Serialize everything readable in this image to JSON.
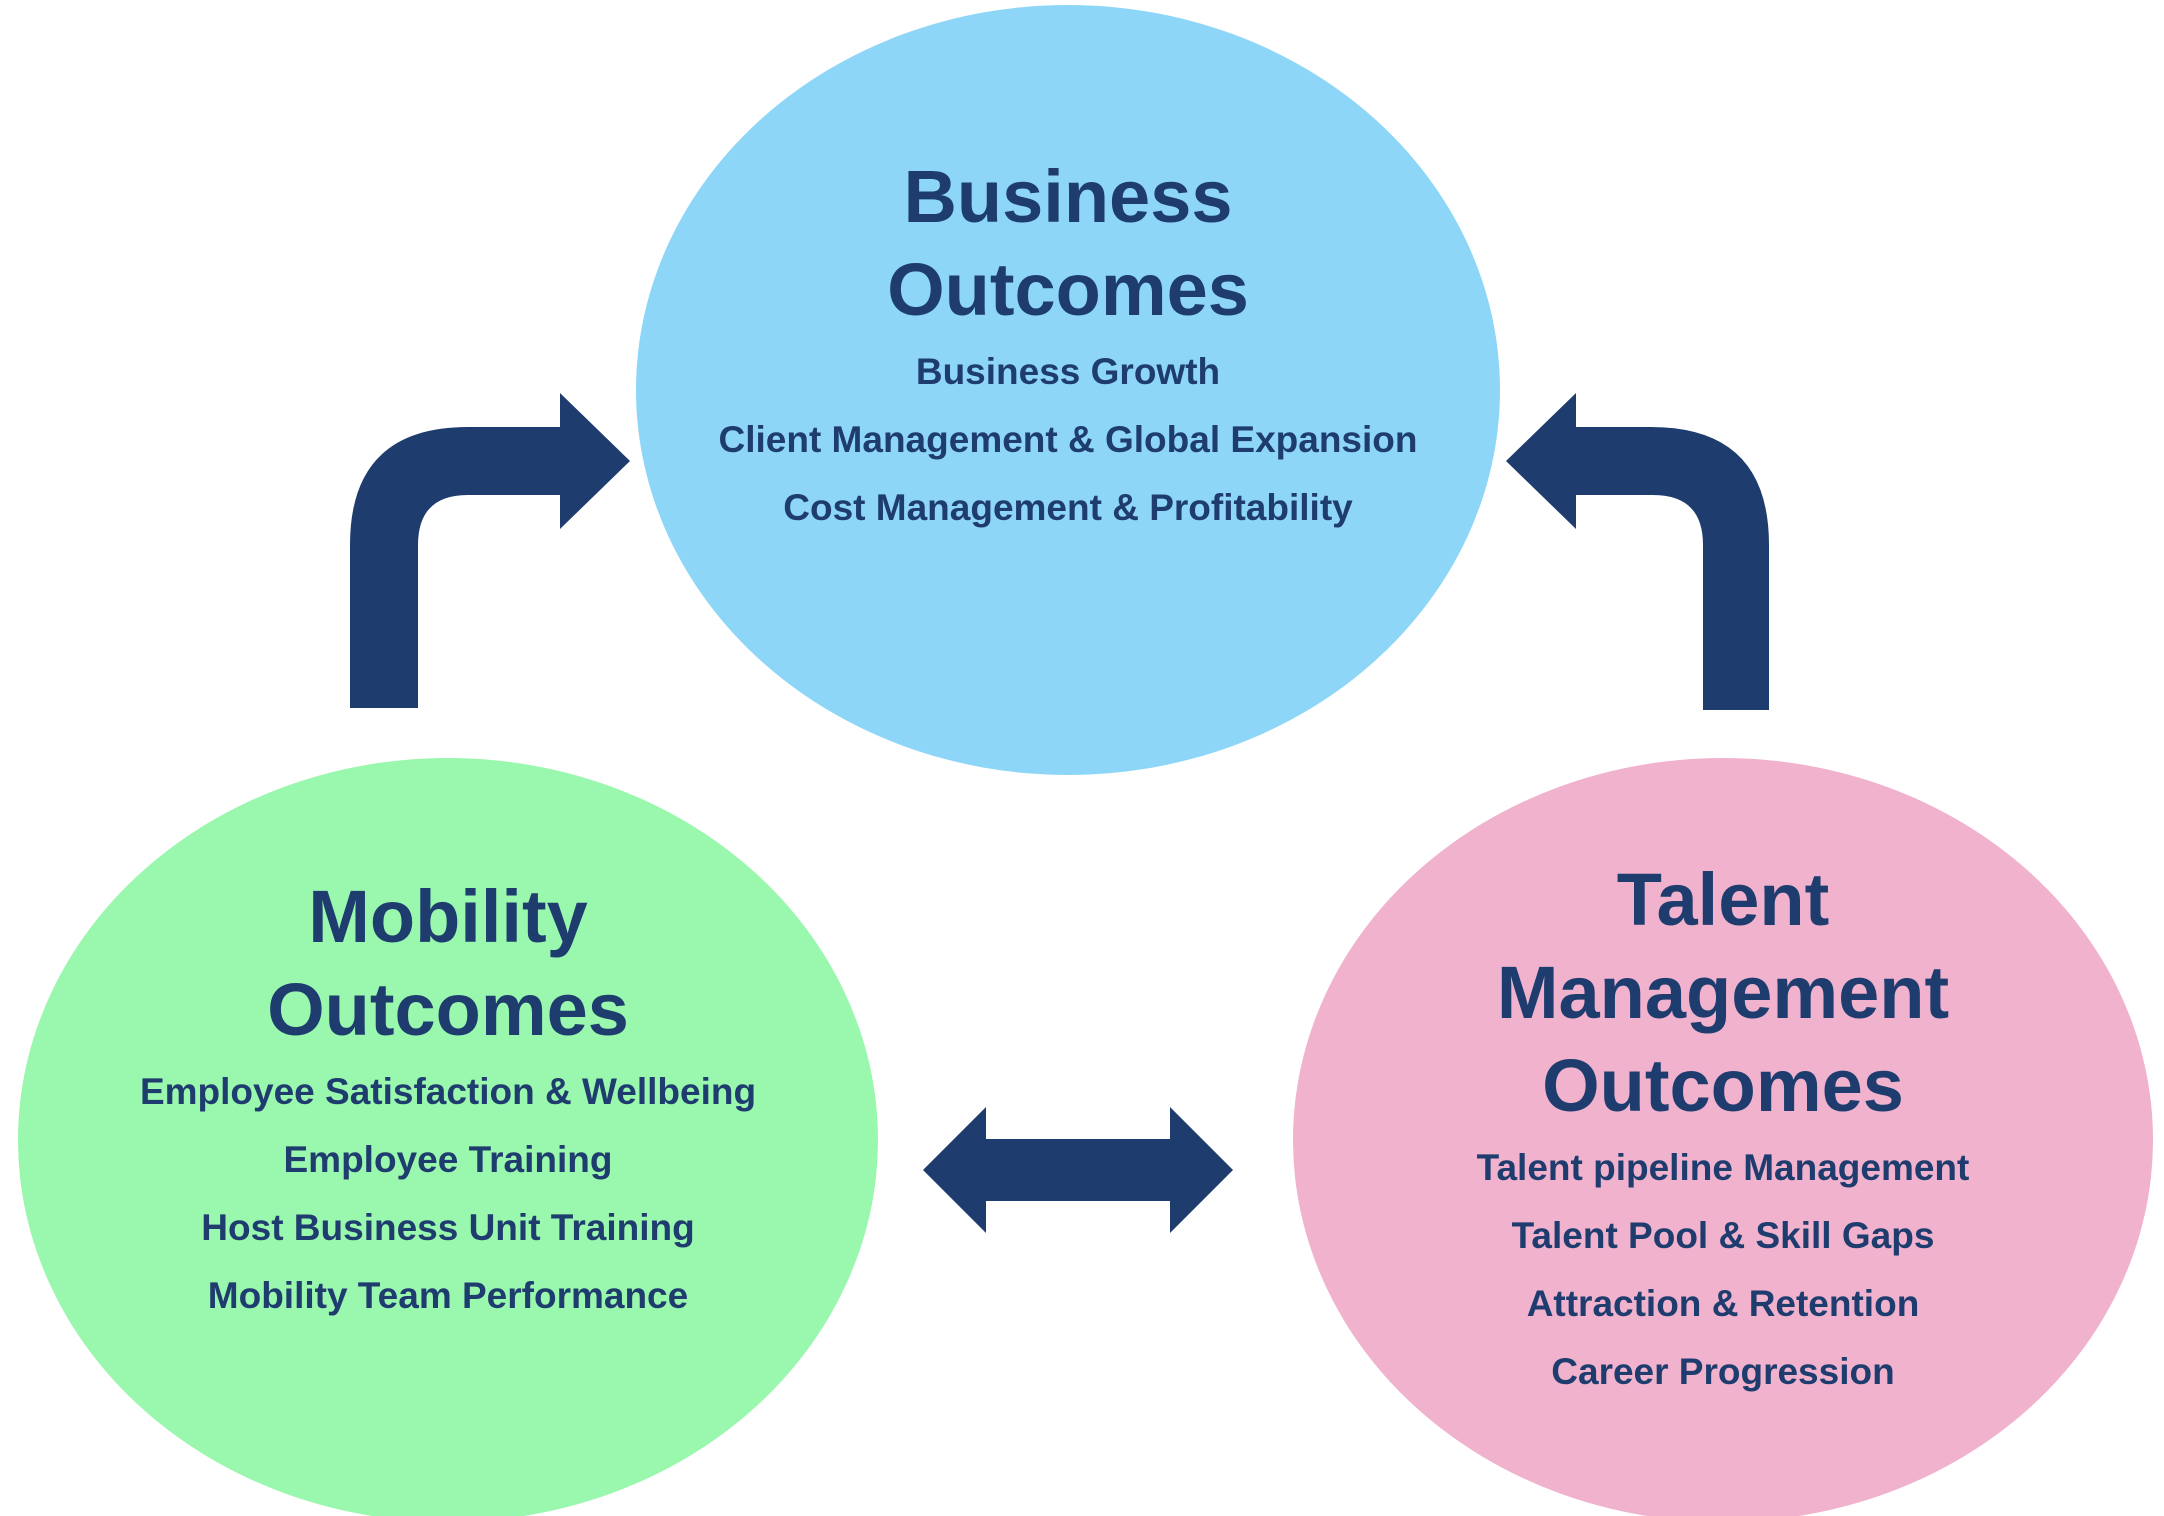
{
  "colors": {
    "background": "#ffffff",
    "blue": "#8dd6f7",
    "green": "#9af7ae",
    "pink": "#f0b2cd",
    "navy": "#1e3c6e"
  },
  "circles": {
    "business": {
      "title_lines": [
        "Business",
        "Outcomes"
      ],
      "items": [
        "Business Growth",
        "Client Management & Global Expansion",
        "Cost Management & Profitability"
      ]
    },
    "mobility": {
      "title_lines": [
        "Mobility",
        "Outcomes"
      ],
      "items": [
        "Employee Satisfaction & Wellbeing",
        "Employee Training",
        "Host Business Unit Training",
        "Mobility Team Performance"
      ]
    },
    "talent": {
      "title_lines": [
        "Talent",
        "Management",
        "Outcomes"
      ],
      "items": [
        "Talent pipeline Management",
        "Talent Pool & Skill Gaps",
        "Attraction & Retention",
        "Career Progression"
      ]
    }
  },
  "arrows": {
    "mobility_to_business": "elbow-arrow-up-right",
    "talent_to_business": "elbow-arrow-up-left",
    "mobility_talent": "double-headed-horizontal-arrow"
  }
}
